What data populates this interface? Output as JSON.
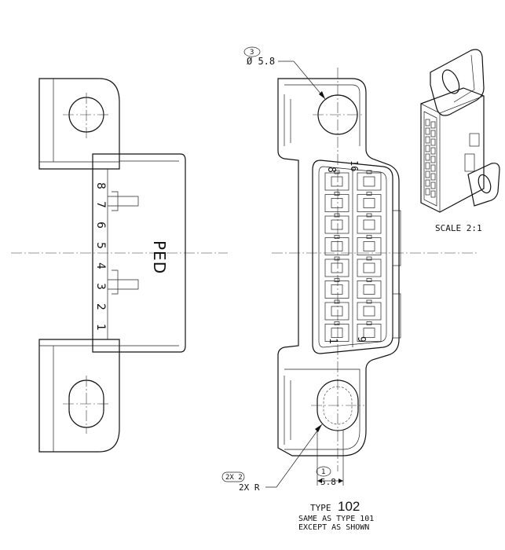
{
  "left_view": {
    "pin_labels": [
      "8",
      "7",
      "6",
      "5",
      "4",
      "3",
      "2",
      "1"
    ],
    "body_label": "PED"
  },
  "front_view": {
    "top_number": "8",
    "corner_number_top": "16",
    "bottom_number": "1",
    "corner_number_bottom": "9"
  },
  "callouts": {
    "balloon_3": "3",
    "hole_dim": "Ø 5.8",
    "balloon_2x2": "2X 2",
    "radius_dim": "2X R",
    "balloon_1": "1",
    "width_dim": "5.8"
  },
  "iso_view": {
    "scale_label": "SCALE 2:1"
  },
  "notes": {
    "type_prefix": "TYPE",
    "type_number": "102",
    "line1": "SAME AS TYPE 101",
    "line2": "EXCEPT AS SHOWN"
  }
}
